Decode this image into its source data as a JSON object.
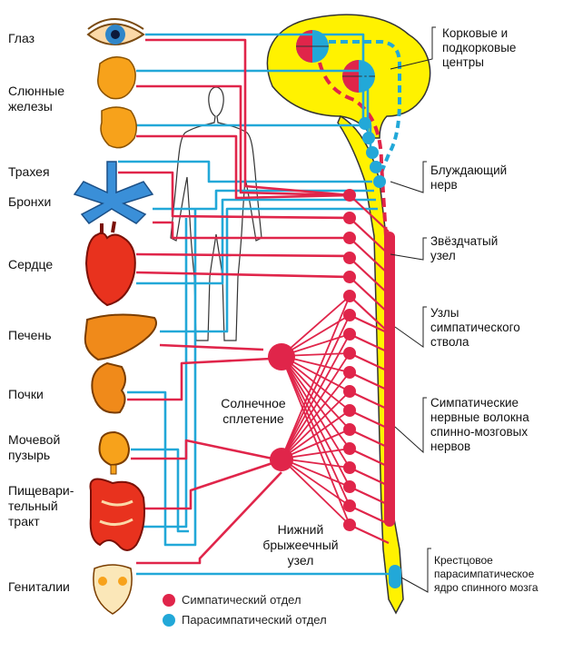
{
  "organs": [
    {
      "id": "eye",
      "label": "Глаз"
    },
    {
      "id": "salivary",
      "label": "Слюнные\nжелезы"
    },
    {
      "id": "trachea",
      "label": "Трахея"
    },
    {
      "id": "bronchi",
      "label": "Бронхи"
    },
    {
      "id": "heart",
      "label": "Сердце"
    },
    {
      "id": "liver",
      "label": "Печень"
    },
    {
      "id": "kidneys",
      "label": "Почки"
    },
    {
      "id": "bladder",
      "label": "Мочевой\nпузырь"
    },
    {
      "id": "digestive",
      "label": "Пищевари-\nтельный\nтракт"
    },
    {
      "id": "genitals",
      "label": "Гениталии"
    }
  ],
  "annotations": {
    "cortical": "Корковые и\nподкорковые\nцентры",
    "vagus": "Блуждающий\nнерв",
    "stellate": "Звёздчатый\nузел",
    "sympathetic_trunk": "Узлы\nсимпатического\nствола",
    "sympathetic_fibers": "Симпатические\nнервные волокна\nспинно-мозговых\nнервов",
    "sacral": "Крестцовое\nпарасимпатическое\nядро спинного мозга",
    "solar_plexus": "Солнечное\nсплетение",
    "mesenteric": "Нижний\nбрыжеечный\nузел"
  },
  "legend": [
    {
      "label": "Симпатический отдел",
      "color": "#e0254a"
    },
    {
      "label": "Парасимпатический отдел",
      "color": "#22a8d8"
    }
  ],
  "colors": {
    "sympathetic": "#e0254a",
    "parasympathetic": "#22a8d8",
    "spinal_cord": "#fff200",
    "organ_fill": "#f7a21b",
    "heart_fill": "#e8321e"
  }
}
